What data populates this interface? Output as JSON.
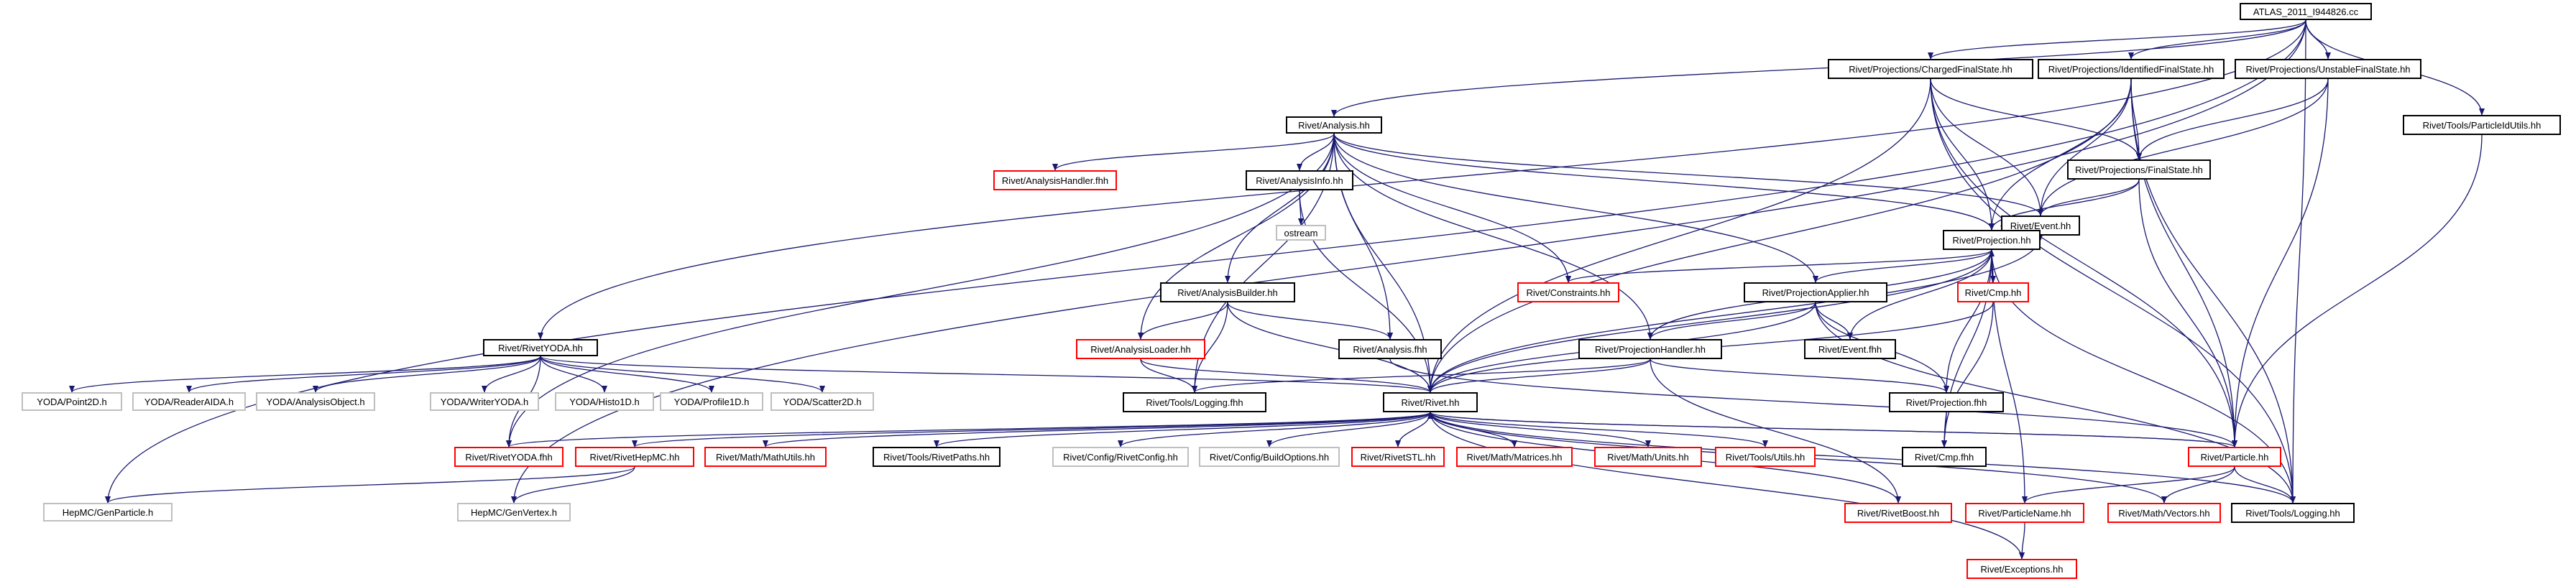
{
  "diagram": {
    "edge_color": "#191970",
    "nodes": {
      "root": {
        "label": "ATLAS_2011_I944826.cc",
        "style": "root"
      },
      "chargedfs": {
        "label": "Rivet/Projections/ChargedFinalState.hh",
        "style": "normal"
      },
      "identfs": {
        "label": "Rivet/Projections/IdentifiedFinalState.hh",
        "style": "normal"
      },
      "unstablefs": {
        "label": "Rivet/Projections/UnstableFinalState.hh",
        "style": "normal"
      },
      "analysis": {
        "label": "Rivet/Analysis.hh",
        "style": "normal"
      },
      "finalstate": {
        "label": "Rivet/Projections/FinalState.hh",
        "style": "normal"
      },
      "particleidutils": {
        "label": "Rivet/Tools/ParticleIdUtils.hh",
        "style": "normal"
      },
      "analysisinfo": {
        "label": "Rivet/AnalysisInfo.hh",
        "style": "normal"
      },
      "analysishandler": {
        "label": "Rivet/AnalysisHandler.fhh",
        "style": "red"
      },
      "event": {
        "label": "Rivet/Event.hh",
        "style": "normal"
      },
      "ostream": {
        "label": "ostream",
        "style": "gray"
      },
      "projection": {
        "label": "Rivet/Projection.hh",
        "style": "normal"
      },
      "analysisbuilder": {
        "label": "Rivet/AnalysisBuilder.hh",
        "style": "normal"
      },
      "constraints": {
        "label": "Rivet/Constraints.hh",
        "style": "red"
      },
      "projectionapplier": {
        "label": "Rivet/ProjectionApplier.hh",
        "style": "normal"
      },
      "cmp": {
        "label": "Rivet/Cmp.hh",
        "style": "red"
      },
      "analysisloader": {
        "label": "Rivet/AnalysisLoader.hh",
        "style": "red"
      },
      "analysisfhh": {
        "label": "Rivet/Analysis.fhh",
        "style": "normal"
      },
      "projectionhandler": {
        "label": "Rivet/ProjectionHandler.hh",
        "style": "normal"
      },
      "eventfhh": {
        "label": "Rivet/Event.fhh",
        "style": "normal"
      },
      "rivetyoda": {
        "label": "Rivet/RivetYODA.hh",
        "style": "normal"
      },
      "loggingfhh": {
        "label": "Rivet/Tools/Logging.fhh",
        "style": "normal"
      },
      "rivet": {
        "label": "Rivet/Rivet.hh",
        "style": "normal"
      },
      "projectionfhh": {
        "label": "Rivet/Projection.fhh",
        "style": "normal"
      },
      "point2d": {
        "label": "YODA/Point2D.h",
        "style": "gray"
      },
      "readeraida": {
        "label": "YODA/ReaderAIDA.h",
        "style": "gray"
      },
      "analysisobject": {
        "label": "YODA/AnalysisObject.h",
        "style": "gray"
      },
      "writeryoda": {
        "label": "YODA/WriterYODA.h",
        "style": "gray"
      },
      "histo1d": {
        "label": "YODA/Histo1D.h",
        "style": "gray"
      },
      "profile1d": {
        "label": "YODA/Profile1D.h",
        "style": "gray"
      },
      "scatter2d": {
        "label": "YODA/Scatter2D.h",
        "style": "gray"
      },
      "rivetyodafhh": {
        "label": "Rivet/RivetYODA.fhh",
        "style": "red"
      },
      "rivethepmc": {
        "label": "Rivet/RivetHepMC.hh",
        "style": "red"
      },
      "mathutils": {
        "label": "Rivet/Math/MathUtils.hh",
        "style": "red"
      },
      "rivetpaths": {
        "label": "Rivet/Tools/RivetPaths.hh",
        "style": "normal"
      },
      "rivetconfig": {
        "label": "Rivet/Config/RivetConfig.hh",
        "style": "gray"
      },
      "buildoptions": {
        "label": "Rivet/Config/BuildOptions.hh",
        "style": "gray"
      },
      "rivetstl": {
        "label": "Rivet/RivetSTL.hh",
        "style": "red"
      },
      "matrices": {
        "label": "Rivet/Math/Matrices.hh",
        "style": "red"
      },
      "units": {
        "label": "Rivet/Math/Units.hh",
        "style": "red"
      },
      "utils": {
        "label": "Rivet/Tools/Utils.hh",
        "style": "red"
      },
      "cmpfhh": {
        "label": "Rivet/Cmp.fhh",
        "style": "normal"
      },
      "particle": {
        "label": "Rivet/Particle.hh",
        "style": "red"
      },
      "genparticle": {
        "label": "HepMC/GenParticle.h",
        "style": "gray"
      },
      "genvertex": {
        "label": "HepMC/GenVertex.h",
        "style": "gray"
      },
      "rivetboost": {
        "label": "Rivet/RivetBoost.hh",
        "style": "red"
      },
      "particlename": {
        "label": "Rivet/ParticleName.hh",
        "style": "red"
      },
      "vectors": {
        "label": "Rivet/Math/Vectors.hh",
        "style": "red"
      },
      "logging": {
        "label": "Rivet/Tools/Logging.hh",
        "style": "normal"
      },
      "exceptions": {
        "label": "Rivet/Exceptions.hh",
        "style": "red"
      }
    },
    "edges": [
      [
        "root",
        "chargedfs"
      ],
      [
        "root",
        "identfs"
      ],
      [
        "root",
        "unstablefs"
      ],
      [
        "root",
        "analysis"
      ],
      [
        "root",
        "particleidutils"
      ],
      [
        "root",
        "rivetyoda"
      ],
      [
        "root",
        "genparticle"
      ],
      [
        "root",
        "genvertex"
      ],
      [
        "root",
        "logging"
      ],
      [
        "chargedfs",
        "finalstate"
      ],
      [
        "chargedfs",
        "event"
      ],
      [
        "chargedfs",
        "projection"
      ],
      [
        "chargedfs",
        "rivet"
      ],
      [
        "chargedfs",
        "particle"
      ],
      [
        "chargedfs",
        "logging"
      ],
      [
        "identfs",
        "finalstate"
      ],
      [
        "identfs",
        "event"
      ],
      [
        "identfs",
        "projection"
      ],
      [
        "identfs",
        "rivet"
      ],
      [
        "identfs",
        "particle"
      ],
      [
        "identfs",
        "logging"
      ],
      [
        "unstablefs",
        "finalstate"
      ],
      [
        "unstablefs",
        "event"
      ],
      [
        "unstablefs",
        "particle"
      ],
      [
        "finalstate",
        "event"
      ],
      [
        "finalstate",
        "projection"
      ],
      [
        "finalstate",
        "particle"
      ],
      [
        "particleidutils",
        "particle"
      ],
      [
        "analysis",
        "analysishandler"
      ],
      [
        "analysis",
        "analysisinfo"
      ],
      [
        "analysis",
        "event"
      ],
      [
        "analysis",
        "projection"
      ],
      [
        "analysis",
        "analysisbuilder"
      ],
      [
        "analysis",
        "constraints"
      ],
      [
        "analysis",
        "projectionapplier"
      ],
      [
        "analysis",
        "analysisloader"
      ],
      [
        "analysis",
        "analysisfhh"
      ],
      [
        "analysis",
        "projectionhandler"
      ],
      [
        "analysis",
        "loggingfhh"
      ],
      [
        "analysis",
        "rivet"
      ],
      [
        "analysis",
        "rivetyodafhh"
      ],
      [
        "analysisinfo",
        "ostream"
      ],
      [
        "analysisinfo",
        "rivet"
      ],
      [
        "event",
        "projection"
      ],
      [
        "event",
        "rivet"
      ],
      [
        "projection",
        "constraints"
      ],
      [
        "projection",
        "projectionapplier"
      ],
      [
        "projection",
        "cmp"
      ],
      [
        "projection",
        "projectionhandler"
      ],
      [
        "projection",
        "eventfhh"
      ],
      [
        "projection",
        "rivet"
      ],
      [
        "projection",
        "cmpfhh"
      ],
      [
        "projection",
        "particlename"
      ],
      [
        "projection",
        "logging"
      ],
      [
        "projection",
        "projectionfhh"
      ],
      [
        "cmp",
        "projection"
      ],
      [
        "cmp",
        "rivet"
      ],
      [
        "cmp",
        "cmpfhh"
      ],
      [
        "analysisbuilder",
        "analysisloader"
      ],
      [
        "analysisbuilder",
        "analysisfhh"
      ],
      [
        "analysisbuilder",
        "loggingfhh"
      ],
      [
        "analysisbuilder",
        "rivet"
      ],
      [
        "analysisloader",
        "loggingfhh"
      ],
      [
        "analysisloader",
        "rivet"
      ],
      [
        "projectionapplier",
        "eventfhh"
      ],
      [
        "projectionapplier",
        "projectionhandler"
      ],
      [
        "projectionapplier",
        "projectionfhh"
      ],
      [
        "projectionapplier",
        "rivet"
      ],
      [
        "projectionapplier",
        "logging"
      ],
      [
        "projectionhandler",
        "projectionfhh"
      ],
      [
        "projectionhandler",
        "rivet"
      ],
      [
        "projectionhandler",
        "loggingfhh"
      ],
      [
        "projectionhandler",
        "rivetboost"
      ],
      [
        "analysisfhh",
        "particle"
      ],
      [
        "rivetyoda",
        "point2d"
      ],
      [
        "rivetyoda",
        "readeraida"
      ],
      [
        "rivetyoda",
        "analysisobject"
      ],
      [
        "rivetyoda",
        "writeryoda"
      ],
      [
        "rivetyoda",
        "histo1d"
      ],
      [
        "rivetyoda",
        "profile1d"
      ],
      [
        "rivetyoda",
        "scatter2d"
      ],
      [
        "rivetyoda",
        "rivetyodafhh"
      ],
      [
        "rivetyoda",
        "rivet"
      ],
      [
        "rivet",
        "rivetyodafhh"
      ],
      [
        "rivet",
        "rivethepmc"
      ],
      [
        "rivet",
        "mathutils"
      ],
      [
        "rivet",
        "rivetpaths"
      ],
      [
        "rivet",
        "rivetconfig"
      ],
      [
        "rivet",
        "buildoptions"
      ],
      [
        "rivet",
        "rivetstl"
      ],
      [
        "rivet",
        "matrices"
      ],
      [
        "rivet",
        "units"
      ],
      [
        "rivet",
        "utils"
      ],
      [
        "rivet",
        "particle"
      ],
      [
        "rivet",
        "rivetboost"
      ],
      [
        "rivet",
        "exceptions"
      ],
      [
        "rivet",
        "vectors"
      ],
      [
        "rivet",
        "logging"
      ],
      [
        "projectionfhh",
        "cmpfhh"
      ],
      [
        "rivethepmc",
        "genparticle"
      ],
      [
        "rivethepmc",
        "genvertex"
      ],
      [
        "particle",
        "rivet"
      ],
      [
        "particle",
        "particlename"
      ],
      [
        "particle",
        "vectors"
      ],
      [
        "particle",
        "logging"
      ],
      [
        "particlename",
        "exceptions"
      ]
    ]
  }
}
